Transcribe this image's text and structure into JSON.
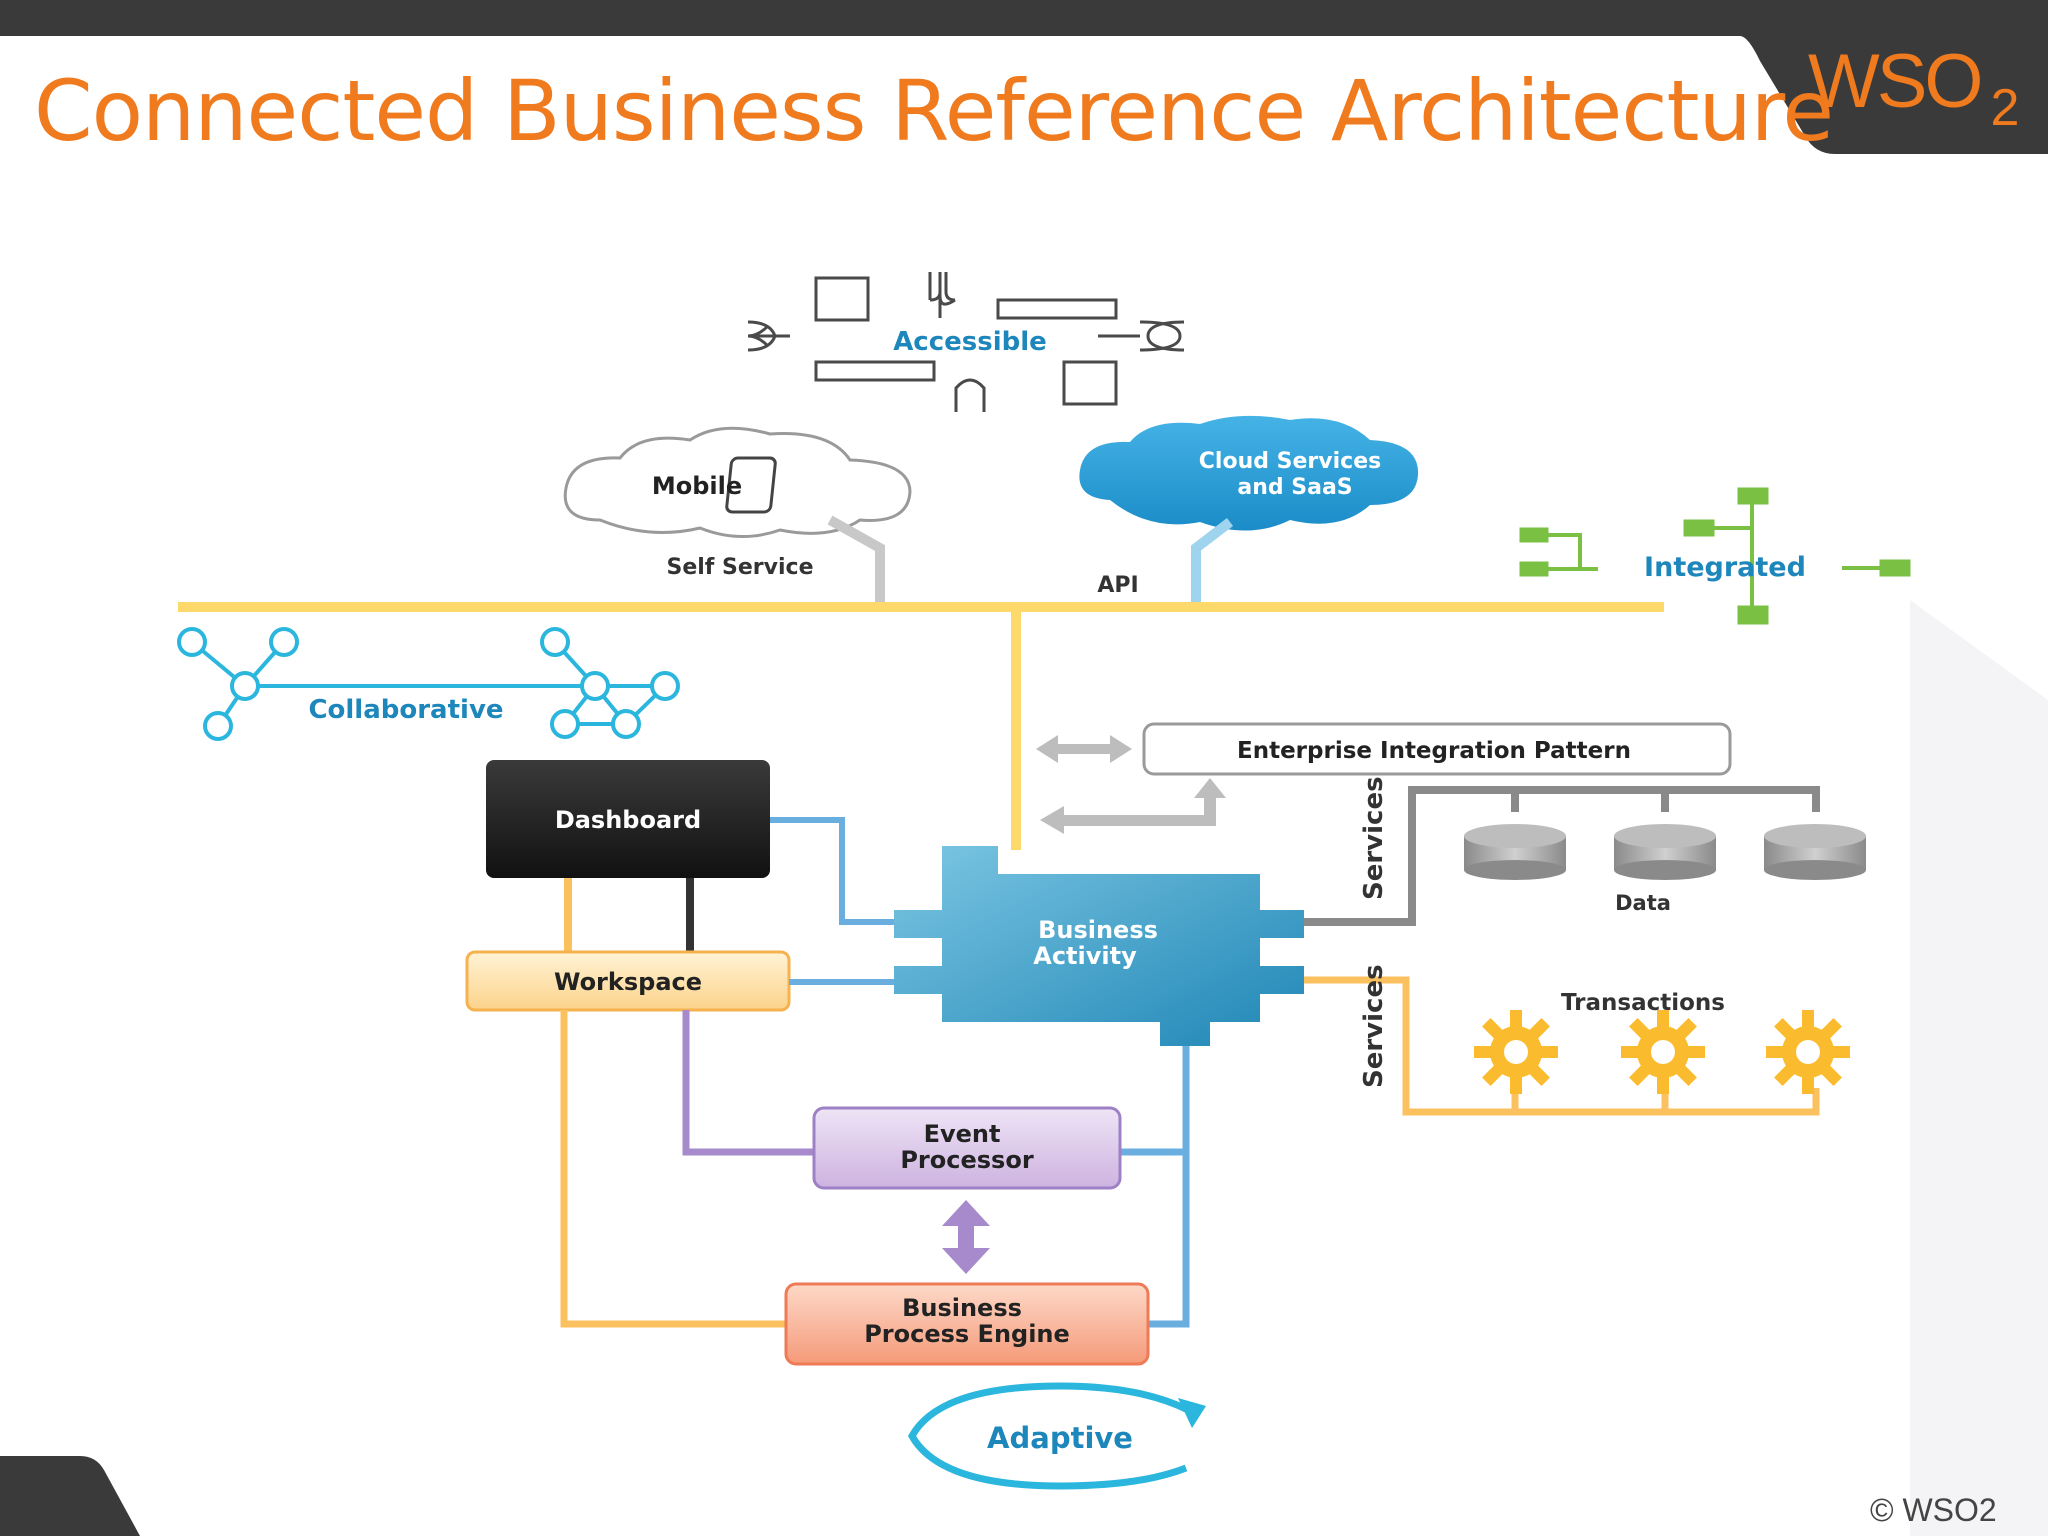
{
  "slide": {
    "title": "Connected Business Reference Architecture",
    "logo": "WSO",
    "logo_sub": "2",
    "copyright": "© WSO2"
  },
  "diagram": {
    "accessible": "Accessible",
    "mobile": "Mobile",
    "cloud_line1": "Cloud Services",
    "cloud_line2": "and SaaS",
    "self_service": "Self Service",
    "api": "API",
    "integrated": "Integrated",
    "collaborative": "Collaborative",
    "eip": "Enterprise Integration Pattern",
    "dashboard": "Dashboard",
    "workspace": "Workspace",
    "ba_line1": "Business",
    "ba_line2": "Activity",
    "services_top": "Services",
    "services_bottom": "Services",
    "data": "Data",
    "transactions": "Transactions",
    "ep_line1": "Event",
    "ep_line2": "Processor",
    "bpe_line1": "Business",
    "bpe_line2": "Process Engine",
    "adaptive": "Adaptive"
  },
  "colors": {
    "title": "#f07a1e",
    "bus_yellow": "#fcd96a",
    "blue_accent": "#2b9fd0",
    "collab_cyan": "#2bb6de",
    "integrated_green": "#7ac043"
  }
}
